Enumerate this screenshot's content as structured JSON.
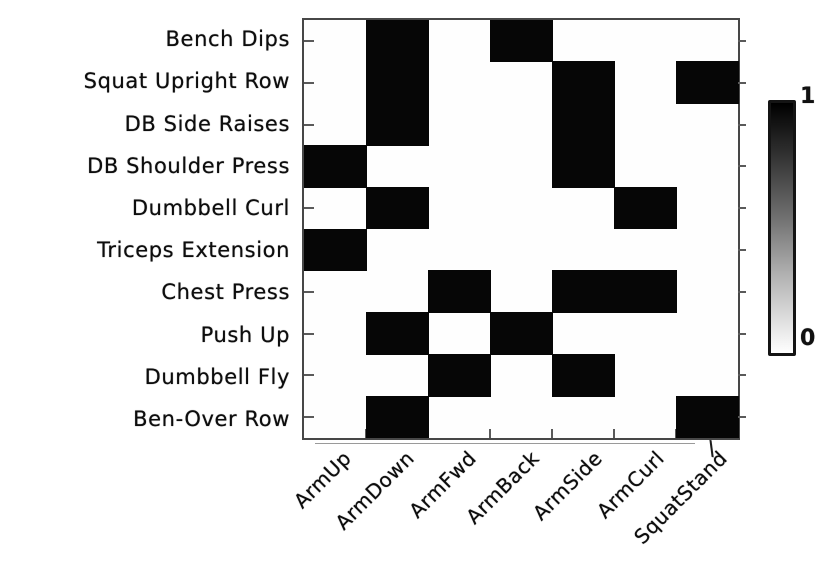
{
  "figure": {
    "background": "#ffffff",
    "frame_color": "#474747",
    "tick_color": "#5a5a5a",
    "cell_on_color": "#060606",
    "cell_off_color": "#fefefe",
    "label_color": "#0d0d0d"
  },
  "chart_data": {
    "type": "heatmap",
    "title": "",
    "xlabel": "",
    "ylabel": "",
    "rows": [
      "Bench Dips",
      "Squat Upright Row",
      "DB Side Raises",
      "DB Shoulder Press",
      "Dumbbell Curl",
      "Triceps Extension",
      "Chest Press",
      "Push Up",
      "Dumbbell Fly",
      "Ben-Over Row"
    ],
    "columns": [
      "ArmUp",
      "ArmDown",
      "ArmFwd",
      "ArmBack",
      "ArmSide",
      "ArmCurl",
      "SquatStand"
    ],
    "matrix": [
      [
        0,
        1,
        0,
        1,
        0,
        0,
        0
      ],
      [
        0,
        1,
        0,
        0,
        1,
        0,
        1
      ],
      [
        0,
        1,
        0,
        0,
        1,
        0,
        0
      ],
      [
        1,
        0,
        0,
        0,
        1,
        0,
        0
      ],
      [
        0,
        1,
        0,
        0,
        0,
        1,
        0
      ],
      [
        1,
        0,
        0,
        0,
        0,
        0,
        0
      ],
      [
        0,
        0,
        1,
        0,
        1,
        1,
        0
      ],
      [
        0,
        1,
        0,
        1,
        0,
        0,
        0
      ],
      [
        0,
        0,
        1,
        0,
        1,
        0,
        0
      ],
      [
        0,
        1,
        0,
        0,
        0,
        0,
        1
      ]
    ],
    "value_range": [
      0,
      1
    ],
    "grid": false,
    "clipped_label_mark": "\\",
    "colorbar": {
      "position": "right",
      "min_label": "0",
      "max_label": "1",
      "min_color": "#ffffff",
      "max_color": "#000000"
    }
  }
}
